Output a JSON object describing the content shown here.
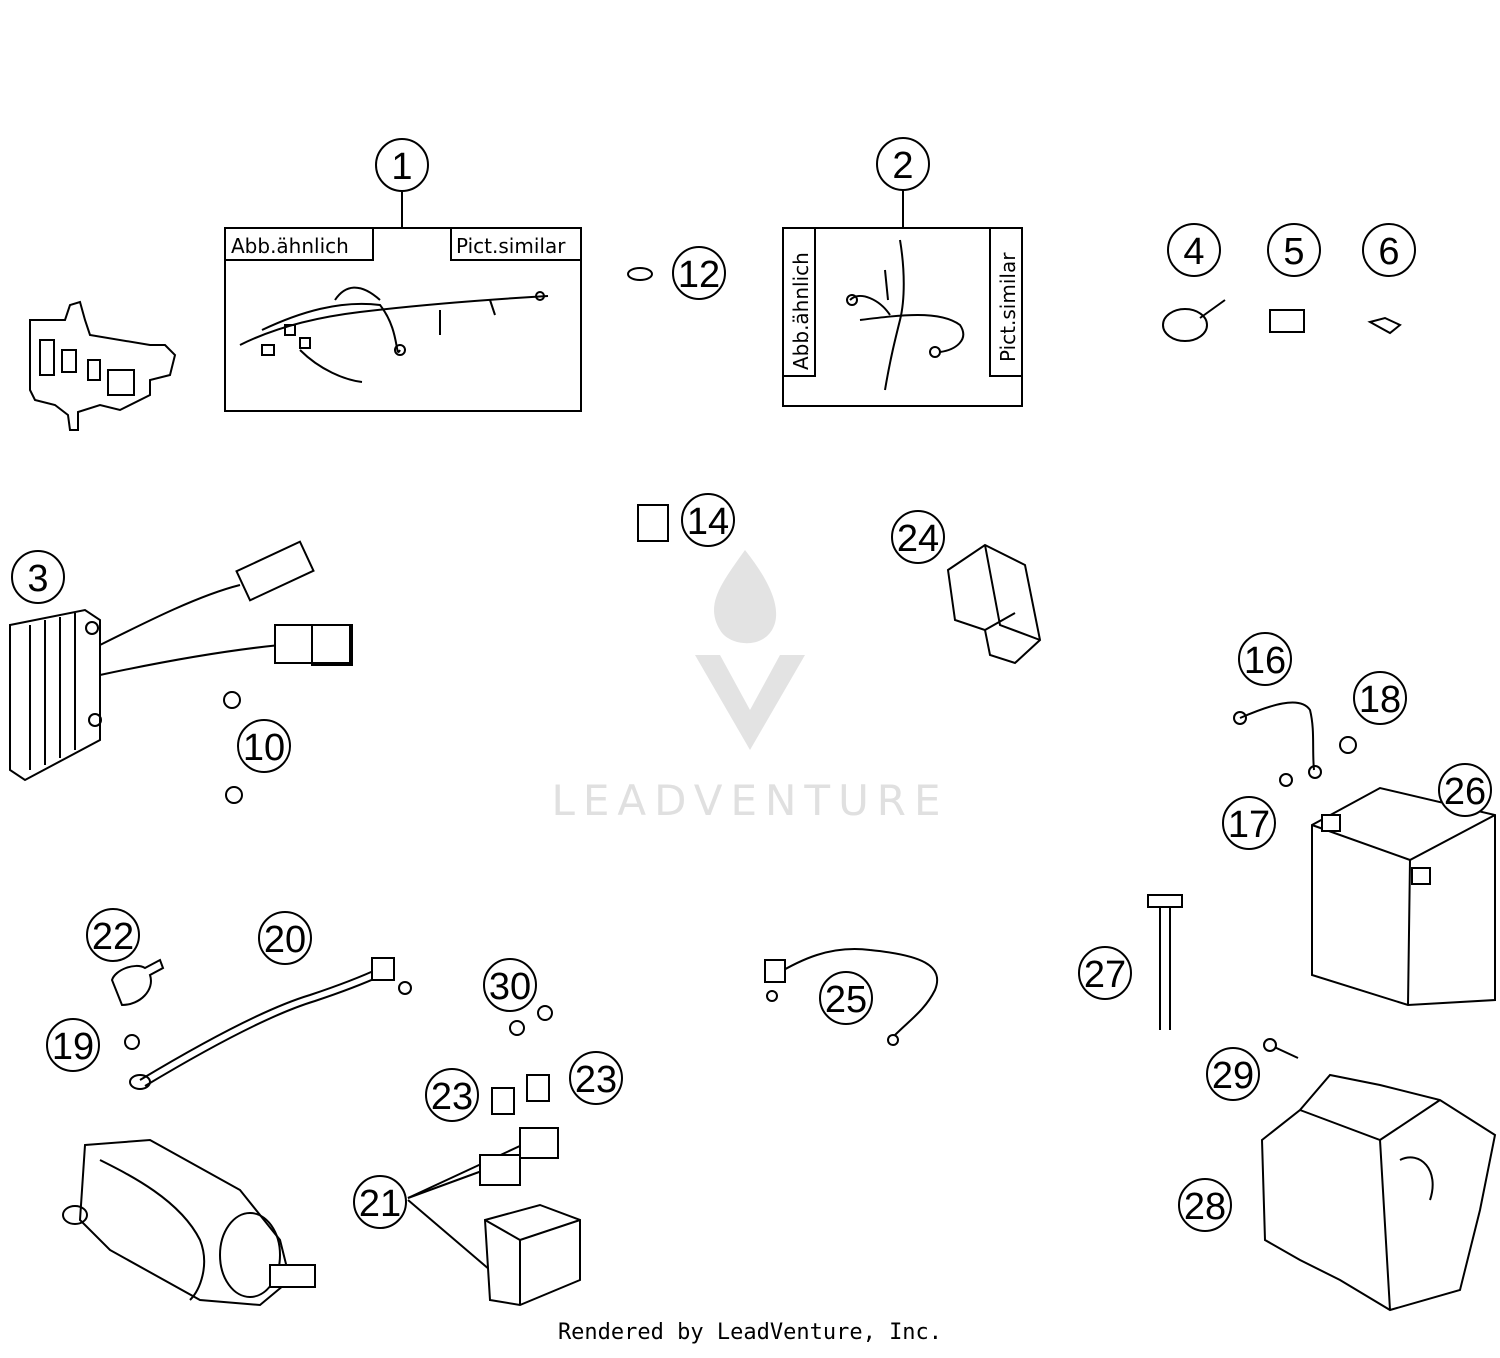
{
  "title": "",
  "callouts": [
    "1",
    "2",
    "3",
    "4",
    "5",
    "6",
    "10",
    "12",
    "14",
    "16",
    "17",
    "18",
    "19",
    "20",
    "21",
    "22",
    "23",
    "23",
    "24",
    "25",
    "26",
    "27",
    "28",
    "29",
    "30"
  ],
  "box_labels": {
    "box1_left": "Abb.ähnlich",
    "box1_right": "Pict.similar",
    "box2_left": "Abb.ähnlich",
    "box2_right": "Pict.similar"
  },
  "watermark": "LEADVENTURE",
  "footer": "Rendered by LeadVenture, Inc."
}
